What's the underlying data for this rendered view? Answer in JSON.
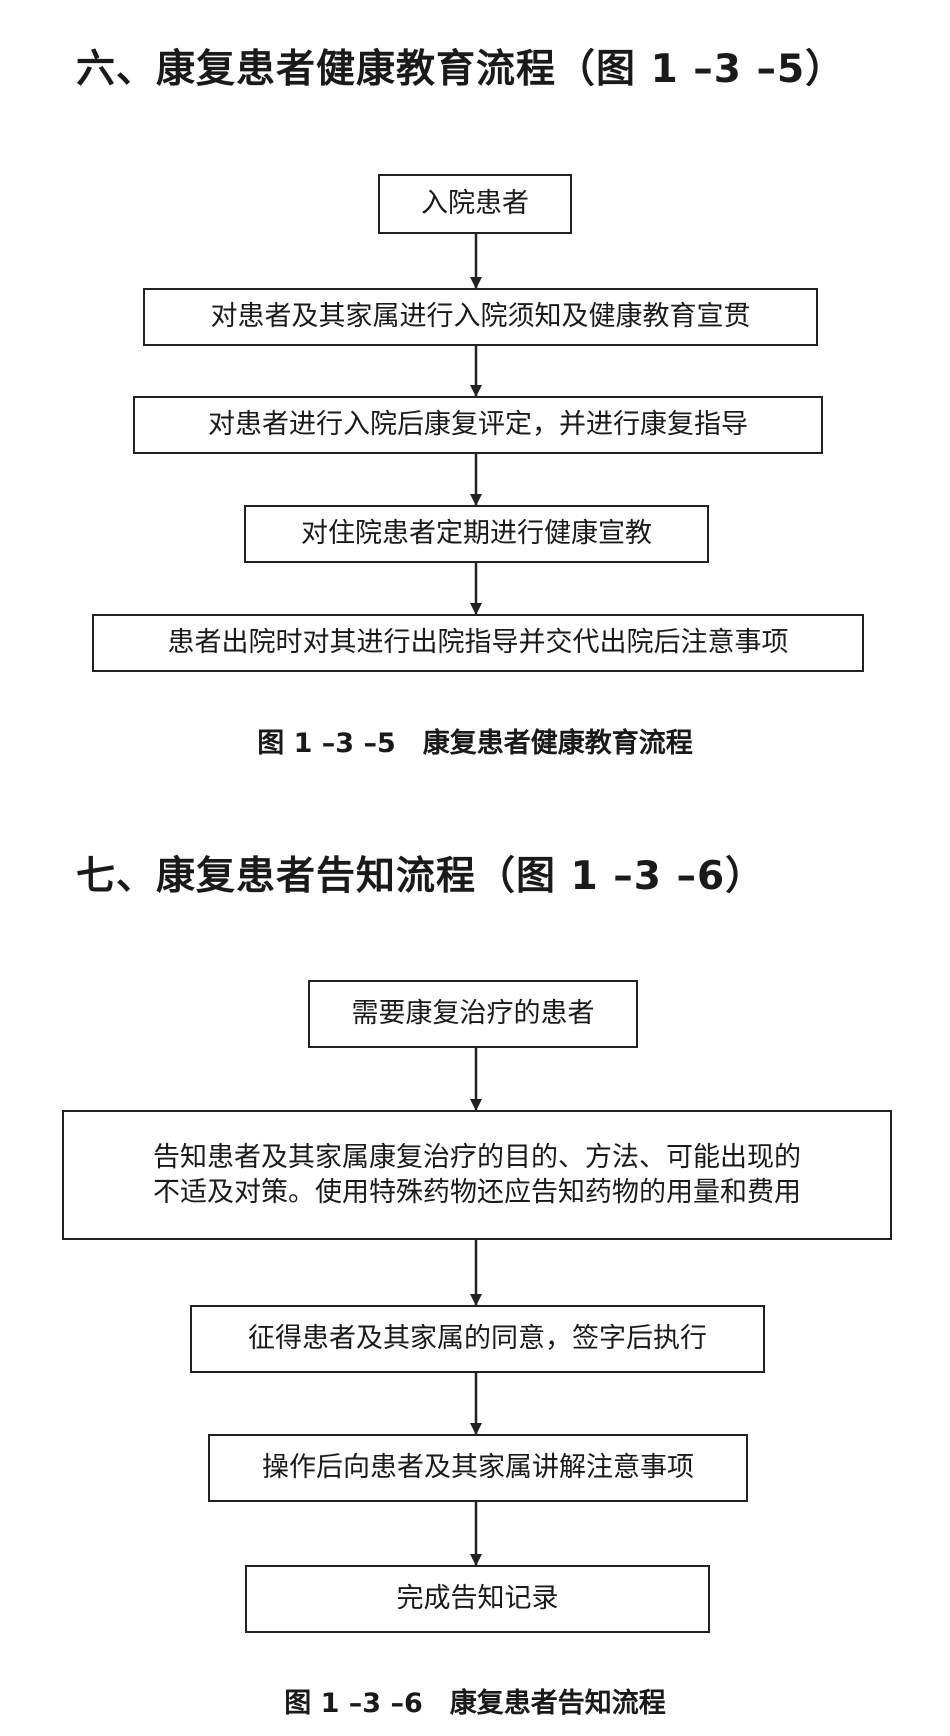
{
  "section6": {
    "heading": "六、康复患者健康教育流程（图 1 –3 –5）",
    "steps": [
      "入院患者",
      "对患者及其家属进行入院须知及健康教育宣贯",
      "对患者进行入院后康复评定，并进行康复指导",
      "对住院患者定期进行健康宣教",
      "患者出院时对其进行出院指导并交代出院后注意事项"
    ],
    "caption": "图 1 –3 –5　康复患者健康教育流程"
  },
  "section7": {
    "heading": "七、康复患者告知流程（图 1 –3 –6）",
    "steps": [
      "需要康复治疗的患者",
      {
        "line1": "告知患者及其家属康复治疗的目的、方法、可能出现的",
        "line2": "不适及对策。使用特殊药物还应告知药物的用量和费用"
      },
      "征得患者及其家属的同意，签字后执行",
      "操作后向患者及其家属讲解注意事项",
      "完成告知记录"
    ],
    "caption": "图 1 –3 –6　康复患者告知流程"
  }
}
